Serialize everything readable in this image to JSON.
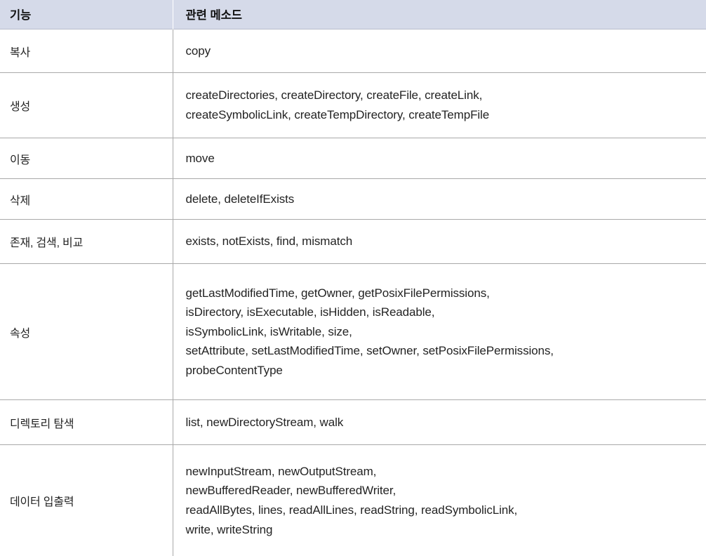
{
  "table": {
    "headers": {
      "feature": "기능",
      "methods": "관련 메소드"
    },
    "header_bg": "#d5dae9",
    "border_color": "#a9a9a9",
    "rows": [
      {
        "key": "copy",
        "feature": "복사",
        "methods": [
          "copy"
        ]
      },
      {
        "key": "create",
        "feature": "생성",
        "methods": [
          "createDirectories, createDirectory, createFile, createLink,",
          "createSymbolicLink, createTempDirectory, createTempFile"
        ]
      },
      {
        "key": "move",
        "feature": "이동",
        "methods": [
          "move"
        ]
      },
      {
        "key": "delete",
        "feature": "삭제",
        "methods": [
          "delete, deleteIfExists"
        ]
      },
      {
        "key": "search",
        "feature": "존재, 검색, 비교",
        "methods": [
          "exists, notExists, find, mismatch"
        ]
      },
      {
        "key": "attribute",
        "feature": "속성",
        "methods": [
          "getLastModifiedTime, getOwner, getPosixFilePermissions,",
          "isDirectory, isExecutable, isHidden, isReadable,",
          "isSymbolicLink, isWritable, size,",
          "setAttribute, setLastModifiedTime, setOwner, setPosixFilePermissions,",
          "probeContentType"
        ]
      },
      {
        "key": "traverse",
        "feature": "디렉토리 탐색",
        "methods": [
          "list, newDirectoryStream, walk"
        ]
      },
      {
        "key": "io",
        "feature": "데이터 입출력",
        "methods": [
          "newInputStream, newOutputStream,",
          "newBufferedReader, newBufferedWriter,",
          "readAllBytes, lines, readAllLines, readString, readSymbolicLink,",
          "write, writeString"
        ]
      }
    ]
  }
}
